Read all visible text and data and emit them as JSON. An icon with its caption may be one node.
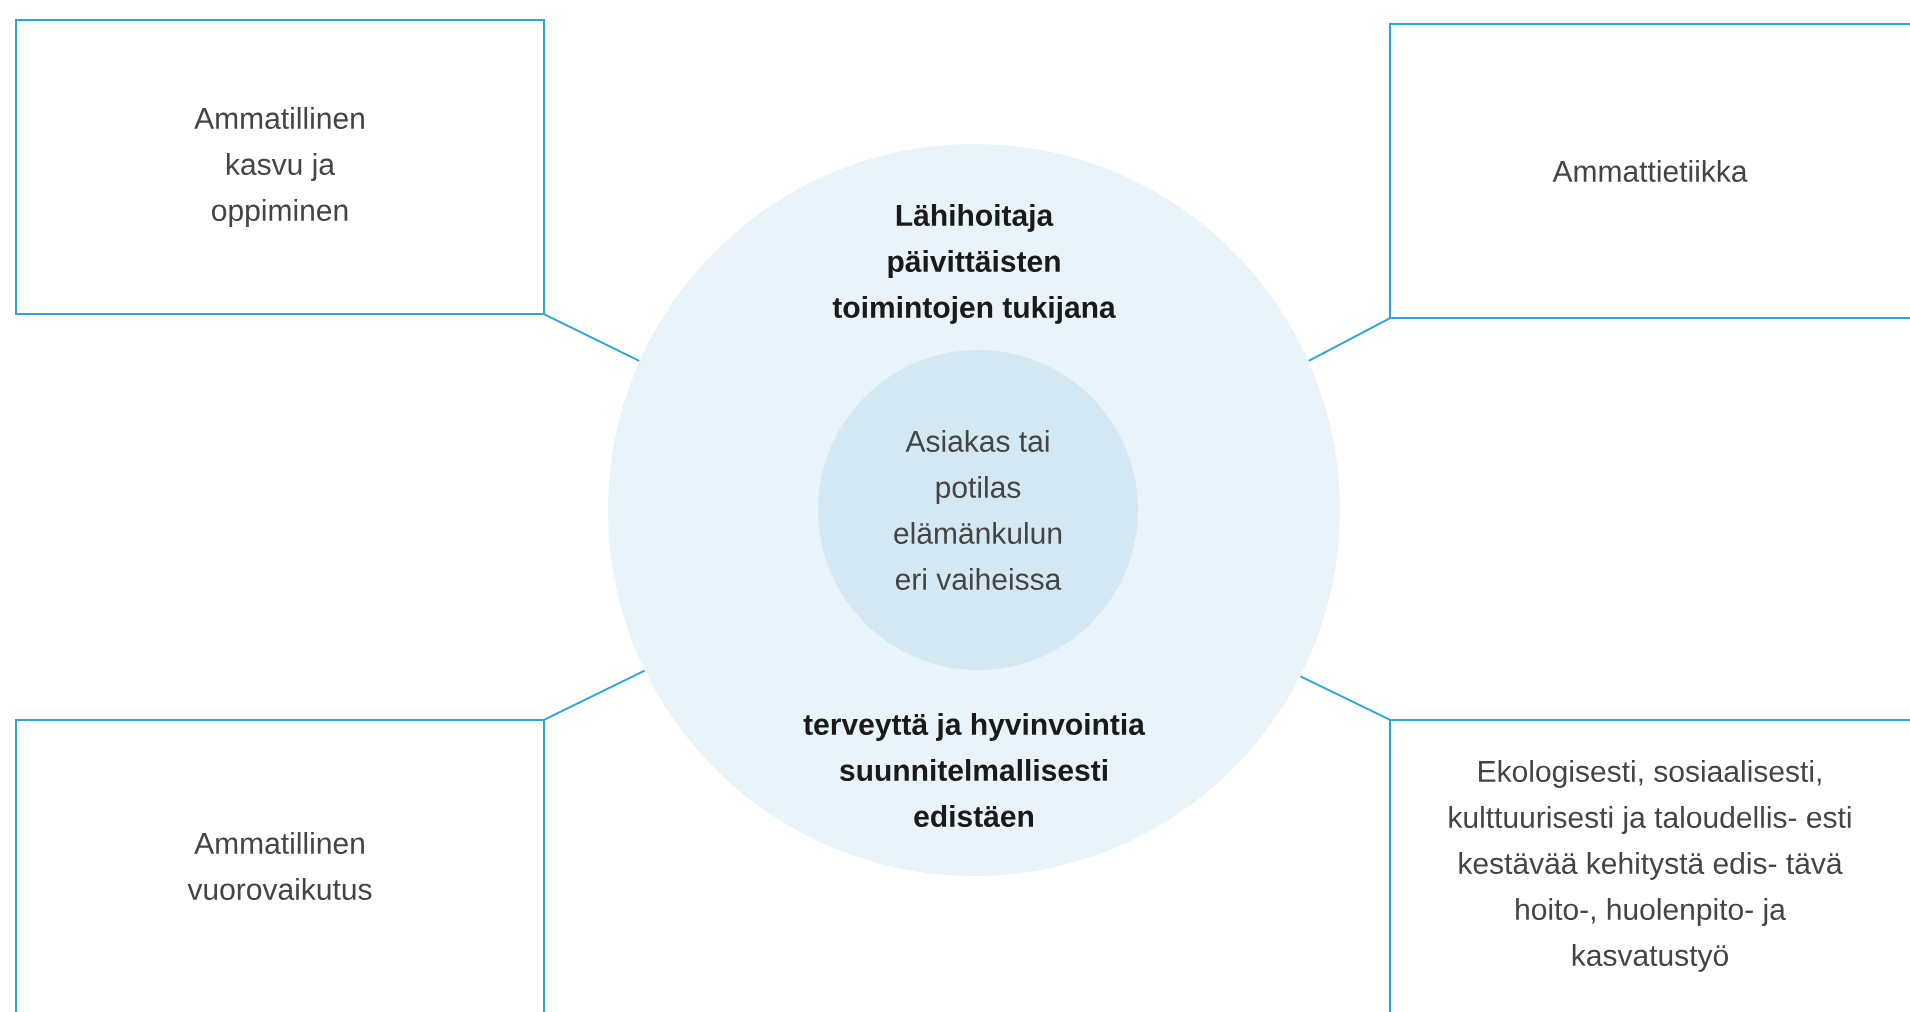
{
  "diagram": {
    "nodes": [
      {
        "text": [
          "Ammatillinen kasvu ja oppiminen"
        ]
      },
      {
        "text": [
          "Ammattietiikka"
        ]
      },
      {
        "text": [
          "Lähihoitaja päivittäisten toimintojen tukijana",
          "terveyttä ja hyvinvointia suunnitelmallisesti edistäen"
        ]
      },
      {
        "text": [
          "Asiakas tai potilas elämänkulun eri vaiheissa"
        ],
        "in": 2
      },
      {
        "text": [
          "Ammatillinen vuorovaikutus"
        ]
      },
      {
        "text": [
          "Ekologisesti, sosiaalisesti, kulttuurisesti ja taloudellis- esti kestävää kehitystä edis- tävä hoito-, huolenpito- ja kasvatustyö"
        ]
      }
    ],
    "edges": [
      {
        "from": 0,
        "to": 2,
        "arrow": "none"
      },
      {
        "from": 1,
        "to": 2,
        "arrow": "none"
      },
      {
        "from": 4,
        "to": 2,
        "arrow": "none"
      },
      {
        "from": 5,
        "to": 2,
        "arrow": "none"
      }
    ]
  }
}
